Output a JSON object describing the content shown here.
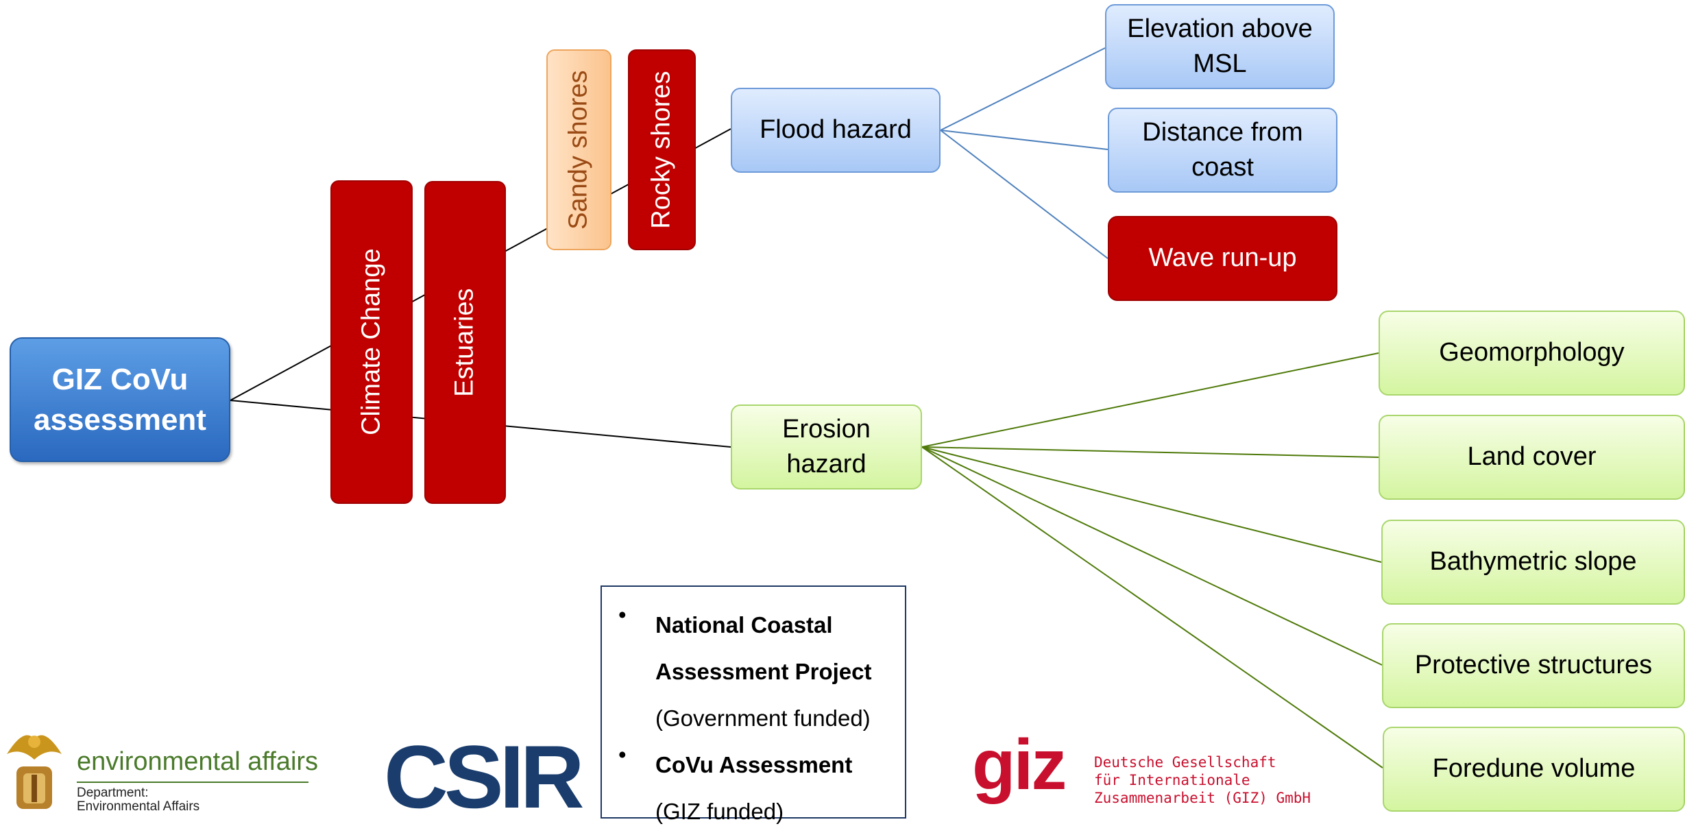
{
  "root": {
    "line1": "GIZ CoVu",
    "line2": "assessment"
  },
  "tiers": {
    "climate_change": "Climate Change",
    "estuaries": "Estuaries"
  },
  "shores": {
    "sandy": "Sandy shores",
    "rocky": "Rocky shores"
  },
  "flood": {
    "label": "Flood hazard",
    "children": [
      {
        "line1": "Elevation above",
        "line2": "MSL"
      },
      {
        "line1": "Distance from",
        "line2": "coast"
      },
      {
        "line1": "Wave run-up",
        "line2": ""
      }
    ]
  },
  "erosion": {
    "line1": "Erosion",
    "line2": "hazard",
    "children": [
      "Geomorphology",
      "Land cover",
      "Bathymetric slope",
      "Protective structures",
      "Foredune volume"
    ]
  },
  "info_box": {
    "bullet": "•",
    "item1": {
      "line1": "National Coastal",
      "line2": "Assessment Project",
      "line3": "(Government funded)"
    },
    "item2": {
      "line1": "CoVu Assessment",
      "line2": "(GIZ funded)"
    }
  },
  "logos": {
    "dea": {
      "name": "environmental affairs",
      "line1": "Department:",
      "line2": "Environmental Affairs"
    },
    "csir": "CSIR",
    "giz": {
      "mark": "giz",
      "line1": "Deutsche Gesellschaft",
      "line2": "für Internationale",
      "line3": "Zusammenarbeit (GIZ) GmbH"
    }
  },
  "colors": {
    "dark_red": "#c00000",
    "root_blue": "#2a69bf",
    "flood_line": "#4f81bd",
    "erosion_line": "#4f7a0a",
    "csir_navy": "#1a3d6d",
    "giz_red": "#c8102e",
    "dea_green": "#4a7a2a"
  }
}
